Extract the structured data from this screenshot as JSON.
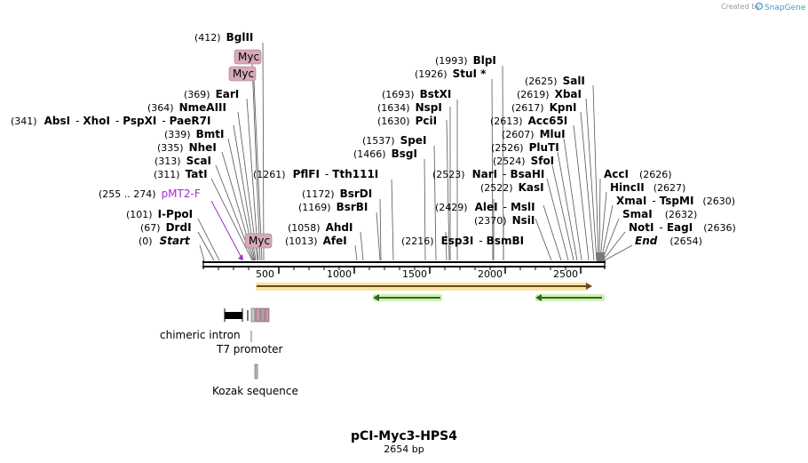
{
  "credit": {
    "created_by": "Created by",
    "brand": "SnapGene"
  },
  "plasmid": {
    "name": "pCI-Myc3-HPS4",
    "size": "2654 bp"
  },
  "axis_ticks": [
    "500",
    "1000",
    "1500",
    "2000",
    "2500"
  ],
  "sites": {
    "bglii": {
      "pos": "(412)",
      "name": "BglII"
    },
    "eari": {
      "pos": "(369)",
      "name": "EarI"
    },
    "nmeaiii": {
      "pos": "(364)",
      "name": "NmeAIII"
    },
    "absi_group": {
      "pos": "(341)",
      "n1": "AbsI",
      "n2": "XhoI",
      "n3": "PspXI",
      "n4": "PaeR7I"
    },
    "bmti": {
      "pos": "(339)",
      "name": "BmtI"
    },
    "nhei": {
      "pos": "(335)",
      "name": "NheI"
    },
    "scai": {
      "pos": "(313)",
      "name": "ScaI"
    },
    "tati": {
      "pos": "(311)",
      "name": "TatI"
    },
    "pmt2f": {
      "pos": "(255 .. 274)",
      "name": "pMT2-F"
    },
    "ippoi": {
      "pos": "(101)",
      "name": "I-PpoI"
    },
    "drdi": {
      "pos": "(67)",
      "name": "DrdI"
    },
    "start": {
      "pos": "(0)",
      "name": "Start"
    },
    "pflfi": {
      "pos": "(1261)",
      "n1": "PflFI",
      "n2": "Tth111I"
    },
    "bsrdi": {
      "pos": "(1172)",
      "name": "BsrDI"
    },
    "bsrbi": {
      "pos": "(1169)",
      "name": "BsrBI"
    },
    "ahdi": {
      "pos": "(1058)",
      "name": "AhdI"
    },
    "afei": {
      "pos": "(1013)",
      "name": "AfeI"
    },
    "blpi": {
      "pos": "(1993)",
      "name": "BlpI"
    },
    "stui": {
      "pos": "(1926)",
      "name": "StuI *"
    },
    "bstxi": {
      "pos": "(1693)",
      "name": "BstXI"
    },
    "nspi": {
      "pos": "(1634)",
      "name": "NspI"
    },
    "pcii": {
      "pos": "(1630)",
      "name": "PciI"
    },
    "spei": {
      "pos": "(1537)",
      "name": "SpeI"
    },
    "bsgi": {
      "pos": "(1466)",
      "name": "BsgI"
    },
    "nari": {
      "pos": "(2523)",
      "n1": "NarI",
      "n2": "BsaHI"
    },
    "alei": {
      "pos": "(2429)",
      "n1": "AleI",
      "n2": "MslI"
    },
    "nsii": {
      "pos": "(2370)",
      "name": "NsiI"
    },
    "esp3i": {
      "pos": "(2216)",
      "n1": "Esp3I",
      "n2": "BsmBI"
    },
    "kasi": {
      "pos": "(2522)",
      "name": "KasI"
    },
    "sfoi": {
      "pos": "(2524)",
      "name": "SfoI"
    },
    "pluti": {
      "pos": "(2526)",
      "name": "PluTI"
    },
    "mlui": {
      "pos": "(2607)",
      "name": "MluI"
    },
    "acc65i": {
      "pos": "(2613)",
      "name": "Acc65I"
    },
    "kpni": {
      "pos": "(2617)",
      "name": "KpnI"
    },
    "xbai": {
      "pos": "(2619)",
      "name": "XbaI"
    },
    "sali": {
      "pos": "(2625)",
      "name": "SalI"
    },
    "acci": {
      "pos": "(2626)",
      "name": "AccI"
    },
    "hincii": {
      "pos": "(2627)",
      "name": "HincII"
    },
    "xmai": {
      "pos": "(2630)",
      "n1": "XmaI",
      "n2": "TspMI"
    },
    "smai": {
      "pos": "(2632)",
      "name": "SmaI"
    },
    "noti": {
      "pos": "(2636)",
      "n1": "NotI",
      "n2": "EagI"
    },
    "end": {
      "pos": "(2654)",
      "name": "End"
    }
  },
  "features": {
    "myc_tag": "Myc",
    "chimeric_intron": "chimeric intron",
    "t7_promoter": "T7 promoter",
    "kozak": "Kozak sequence"
  },
  "colors": {
    "myc_fill": "#d8aab8",
    "orf_fill": "#f0b43a",
    "marker_fill": "#7fd24a",
    "primer": "#9b2fc9"
  }
}
